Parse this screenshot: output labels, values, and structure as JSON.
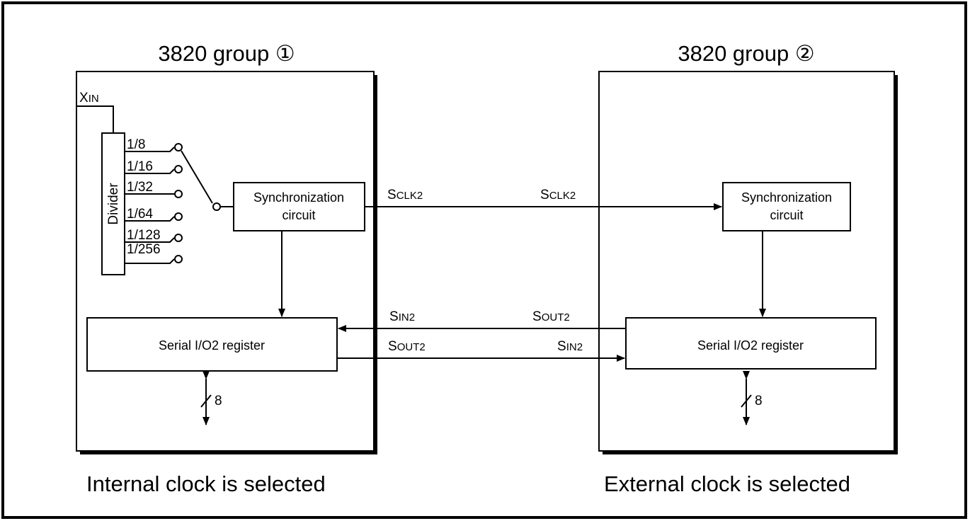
{
  "left_chip": {
    "title": "3820 group ①",
    "caption": "Internal clock is selected",
    "xin": {
      "main": "X",
      "sub": "IN"
    },
    "divider_label": "Divider",
    "divider_ratios": [
      "1/8",
      "1/16",
      "1/32",
      "1/64",
      "1/128",
      "1/256"
    ],
    "sync_circuit": [
      "Synchronization",
      "circuit"
    ],
    "register_label": "Serial I/O2 register",
    "bus_width": "8"
  },
  "right_chip": {
    "title": "3820 group ②",
    "caption": "External clock is selected",
    "sync_circuit": [
      "Synchronization",
      "circuit"
    ],
    "register_label": "Serial I/O2 register",
    "bus_width": "8"
  },
  "signals": {
    "sclk_left": {
      "main": "S",
      "sub": "CLK2"
    },
    "sclk_right": {
      "main": "S",
      "sub": "CLK2"
    },
    "sin_left": {
      "main": "S",
      "sub": "IN2"
    },
    "sout_right": {
      "main": "S",
      "sub": "OUT2"
    },
    "sout_left": {
      "main": "S",
      "sub": "OUT2"
    },
    "sin_right": {
      "main": "S",
      "sub": "IN2"
    }
  }
}
